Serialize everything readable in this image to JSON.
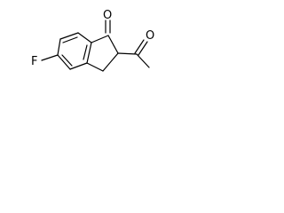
{
  "molecule": {
    "atoms": {
      "oxygen_ketone": "O",
      "oxygen_acetyl": "O",
      "fluorine": "F"
    }
  },
  "colors": {
    "ink": "#000000",
    "background": "#ffffff"
  }
}
